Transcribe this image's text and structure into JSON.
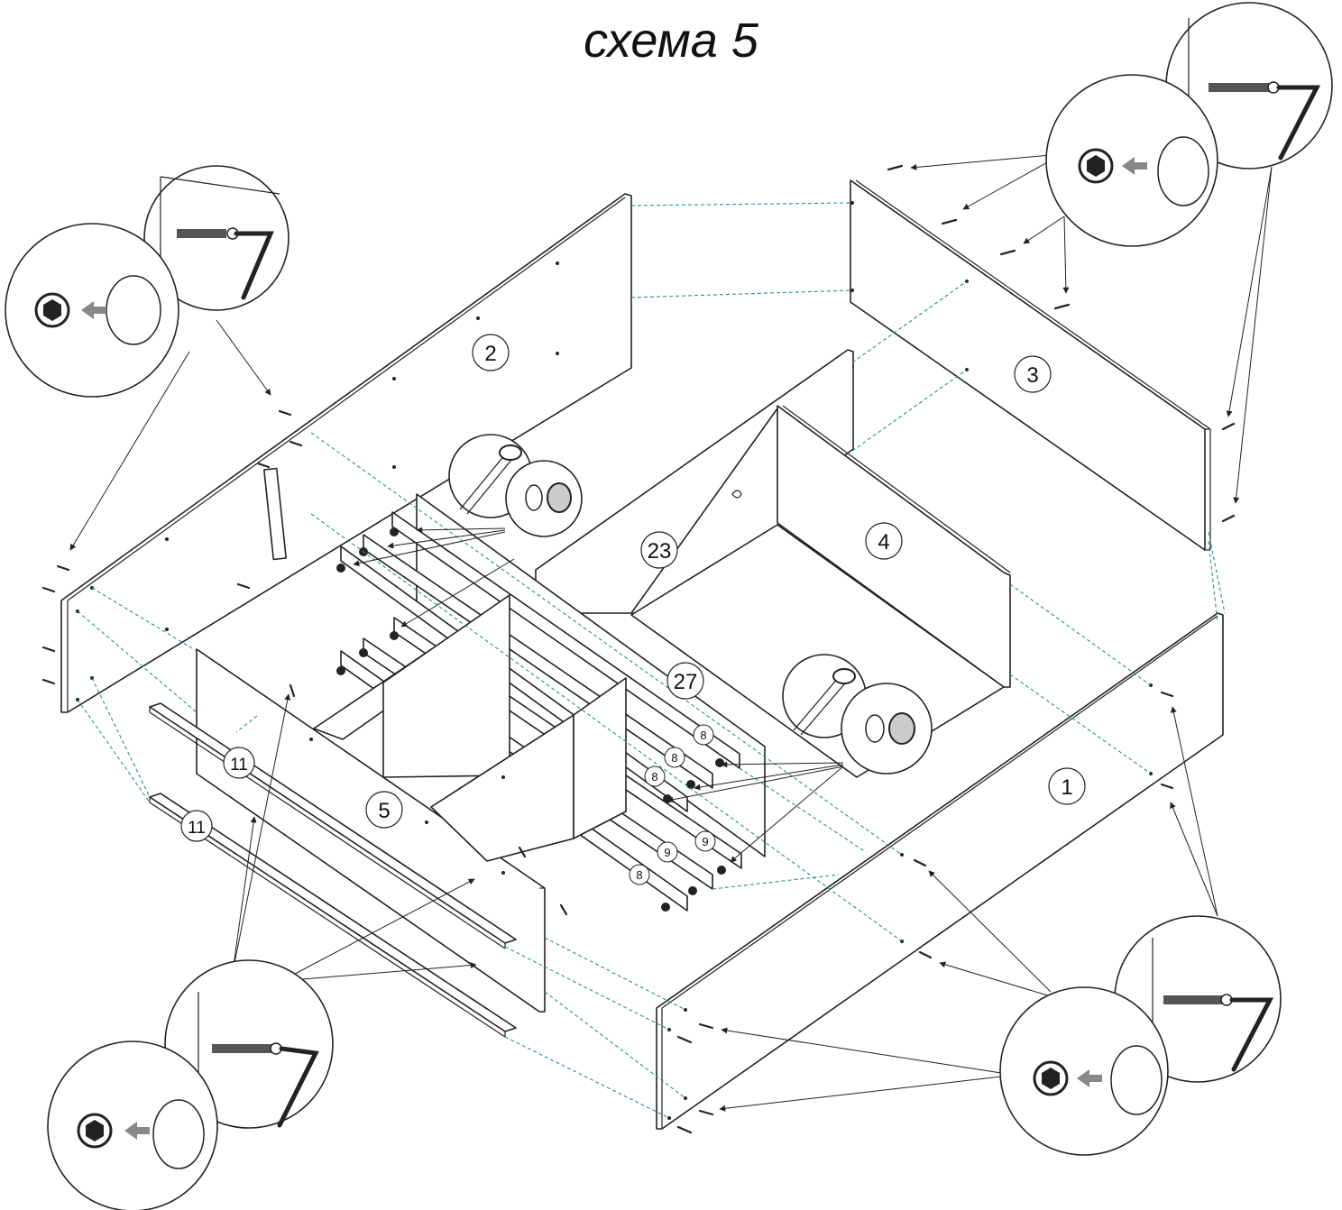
{
  "title": "схема 5",
  "part_labels": {
    "p1": "1",
    "p2": "2",
    "p3": "3",
    "p4": "4",
    "p5": "5",
    "p23": "23",
    "p27": "27",
    "p11a": "11",
    "p11b": "11",
    "p8a": "8",
    "p8b": "8",
    "p8c": "8",
    "p8d": "8",
    "p9a": "9",
    "p9b": "9"
  },
  "colors": {
    "line": "#222222",
    "dash": "#2a8f8f",
    "background": "#ffffff"
  },
  "icons": [
    "minifix-screw-hex-key-icon",
    "hex-cap-plug-icon",
    "cam-lock-icon"
  ]
}
